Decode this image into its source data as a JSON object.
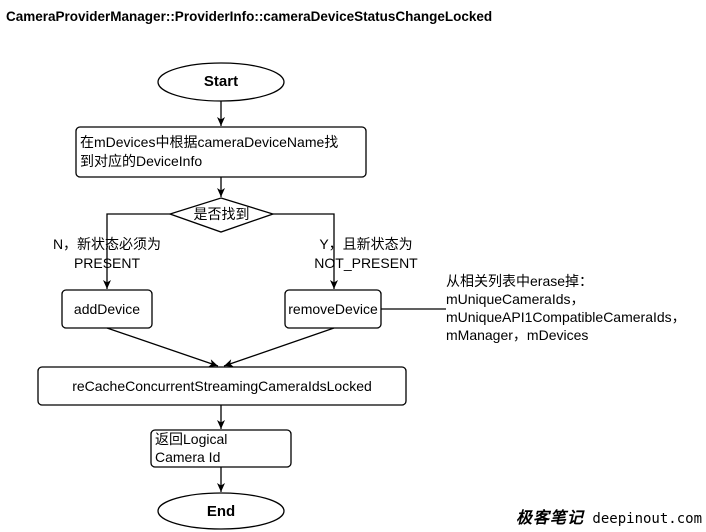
{
  "title": "CameraProviderManager::ProviderInfo::cameraDeviceStatusChangeLocked",
  "nodes": {
    "start": "Start",
    "find_line1": "在mDevices中根据cameraDeviceName找",
    "find_line2": "到对应的DeviceInfo",
    "decision": "是否找到",
    "add_device": "addDevice",
    "remove_device": "removeDevice",
    "recache": "reCacheConcurrentStreamingCameraIdsLocked",
    "return_line1": "返回Logical",
    "return_line2": "Camera Id",
    "end": "End"
  },
  "edge_labels": {
    "no_line1": "N，新状态必须为",
    "no_line2": "PRESENT",
    "yes_line1": "Y，且新状态为",
    "yes_line2": "NOT_PRESENT"
  },
  "annotation": {
    "line1": "从相关列表中erase掉：",
    "line2": "mUniqueCameraIds，",
    "line3": "mUniqueAPI1CompatibleCameraIds，",
    "line4": "mManager，mDevices"
  },
  "watermark": {
    "cn": "极客笔记",
    "url": "deepinout.com"
  }
}
